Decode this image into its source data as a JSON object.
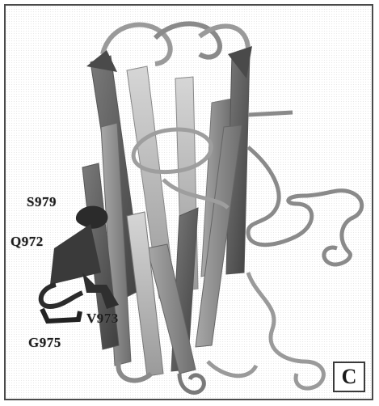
{
  "panel": {
    "letter": "C"
  },
  "labels": {
    "s979": "S979",
    "q972": "Q972",
    "v973": "V973",
    "g975": "G975"
  },
  "colors": {
    "ribbon_dark": "#5a5a5a",
    "ribbon_mid": "#8c8c8c",
    "ribbon_light": "#c4c4c4",
    "highlight": "#2b2b2b",
    "frame": "#4a4a4a"
  }
}
